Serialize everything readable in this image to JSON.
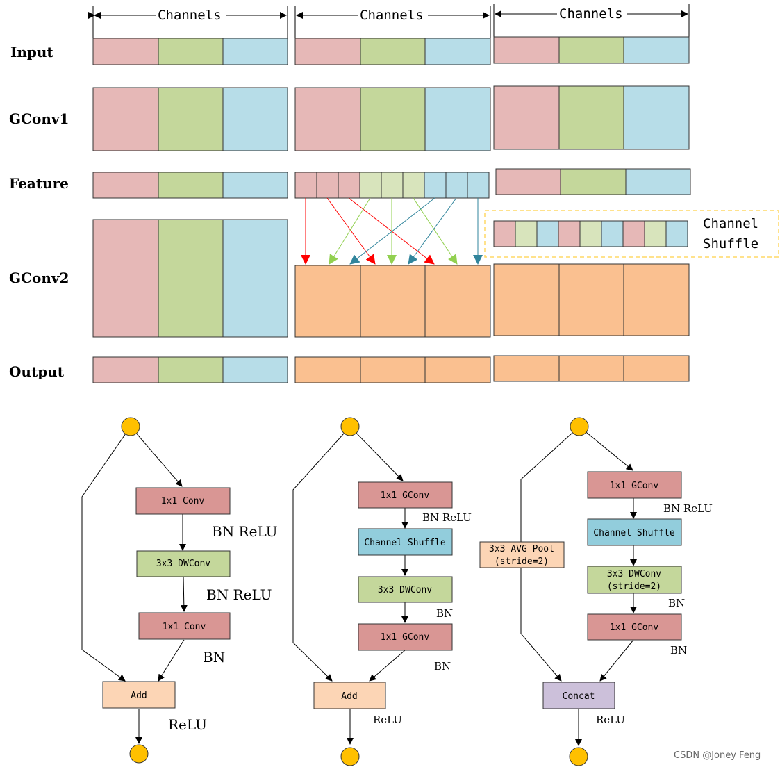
{
  "colors": {
    "pink": "#e6b8b7",
    "green": "#c4d79b",
    "blue": "#b7dde8",
    "orange": "#fac090",
    "light_pink": "#f2dcdb",
    "light_green": "#d8e4bc",
    "light_blue": "#b7dde8",
    "conv_red": "#d99694",
    "dw_green": "#c4d79b",
    "shuffle_blue": "#92cddc",
    "add_peach": "#fcd5b5",
    "concat_lavender": "#ccc0da",
    "node_yellow": "#ffc000",
    "arrow_red": "#ff0000",
    "arrow_green": "#92d050",
    "arrow_blue": "#31859c",
    "dashed_box": "#ffd966"
  },
  "top": {
    "row_labels": {
      "input": "Input",
      "gconv1": "GConv1",
      "feature": "Feature",
      "gconv2": "GConv2",
      "output": "Output"
    },
    "channels_label": "Channels",
    "channel_shuffle_line1": "Channel",
    "channel_shuffle_line2": "Shuffle"
  },
  "units": [
    {
      "name": "basic",
      "conv1": "1x1 Conv",
      "ann1": "BN ReLU",
      "dw": "3x3 DWConv",
      "ann2": "BN ReLU",
      "conv2": "1x1 Conv",
      "ann3": "BN",
      "merge": "Add",
      "ann_out": "ReLU"
    },
    {
      "name": "shuffle",
      "conv1": "1x1 GConv",
      "ann1": "BN ReLU",
      "shuffle": "Channel Shuffle",
      "dw": "3x3 DWConv",
      "ann2": "BN",
      "conv2": "1x1 GConv",
      "ann3": "BN",
      "merge": "Add",
      "ann_out": "ReLU"
    },
    {
      "name": "shuffle-stride2",
      "conv1": "1x1 GConv",
      "ann1": "BN ReLU",
      "shuffle": "Channel Shuffle",
      "dw_line1": "3x3 DWConv",
      "dw_line2": "(stride=2)",
      "ann2": "BN",
      "conv2": "1x1 GConv",
      "ann3": "BN",
      "pool_line1": "3x3 AVG Pool",
      "pool_line2": "(stride=2)",
      "merge": "Concat",
      "ann_out": "ReLU"
    }
  ],
  "watermark": "CSDN @Joney Feng"
}
